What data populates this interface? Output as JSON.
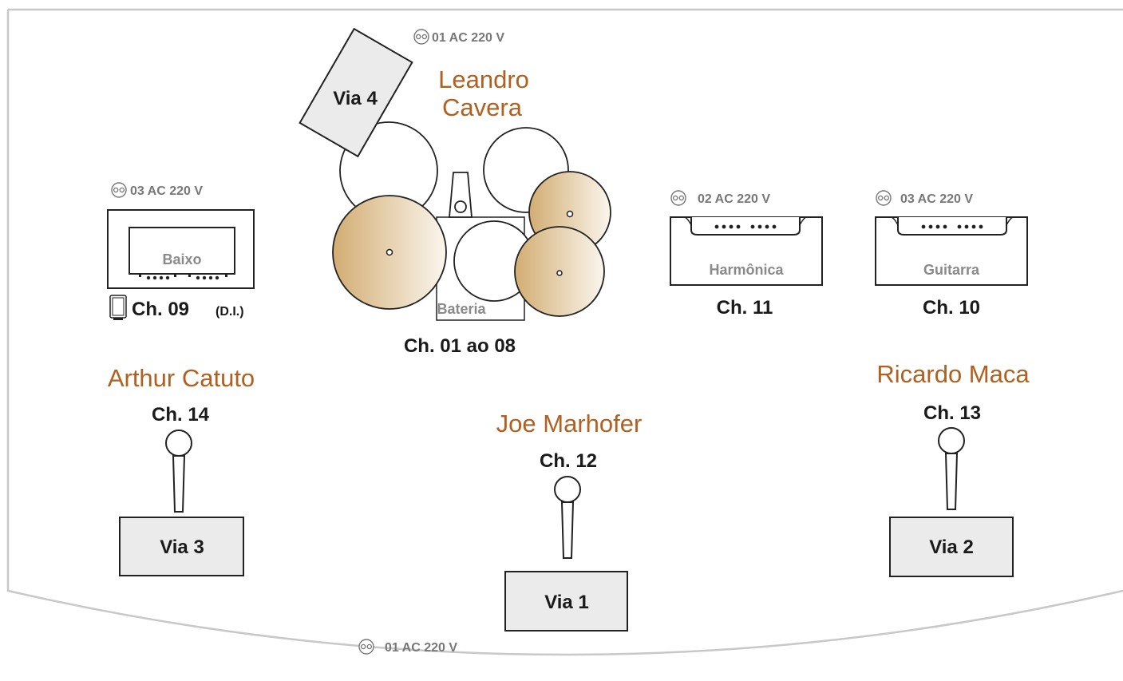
{
  "colors": {
    "musician": "#b0601f",
    "stage_border": "#c8c8c8",
    "monitor_fill": "#ebebeb",
    "outline": "#222222",
    "cymbal_light": "#fbf6ee",
    "cymbal_dark": "#d2ad72",
    "power_text": "#777777",
    "instrument_text": "#8a8a8a"
  },
  "musicians": {
    "drummer_line1": "Leandro",
    "drummer_line2": "Cavera",
    "bass": "Arthur Catuto",
    "center": "Joe Marhofer",
    "guitar": "Ricardo Maca"
  },
  "channels": {
    "drums": "Ch. 01 ao 08",
    "bass_ch": "Ch. 09",
    "bass_di": "(D.I.)",
    "harmonica": "Ch. 11",
    "guitar": "Ch. 10",
    "mic_left": "Ch. 14",
    "mic_center": "Ch. 12",
    "mic_right": "Ch. 13"
  },
  "monitors": {
    "via1": "Via 1",
    "via2": "Via 2",
    "via3": "Via 3",
    "via4": "Via 4"
  },
  "instruments": {
    "bass": "Baixo",
    "drums": "Bateria",
    "harmonica": "Harmônica",
    "guitar": "Guitarra"
  },
  "power": {
    "drums": "01 AC 220 V",
    "bass": "03 AC 220 V",
    "harmonica": "02 AC 220 V",
    "guitar": "03 AC 220 V",
    "front": "01 AC 220 V"
  },
  "icons": {
    "power_outlet": "power-outlet-icon",
    "di_box": "di-box-icon",
    "microphone": "microphone-icon"
  }
}
